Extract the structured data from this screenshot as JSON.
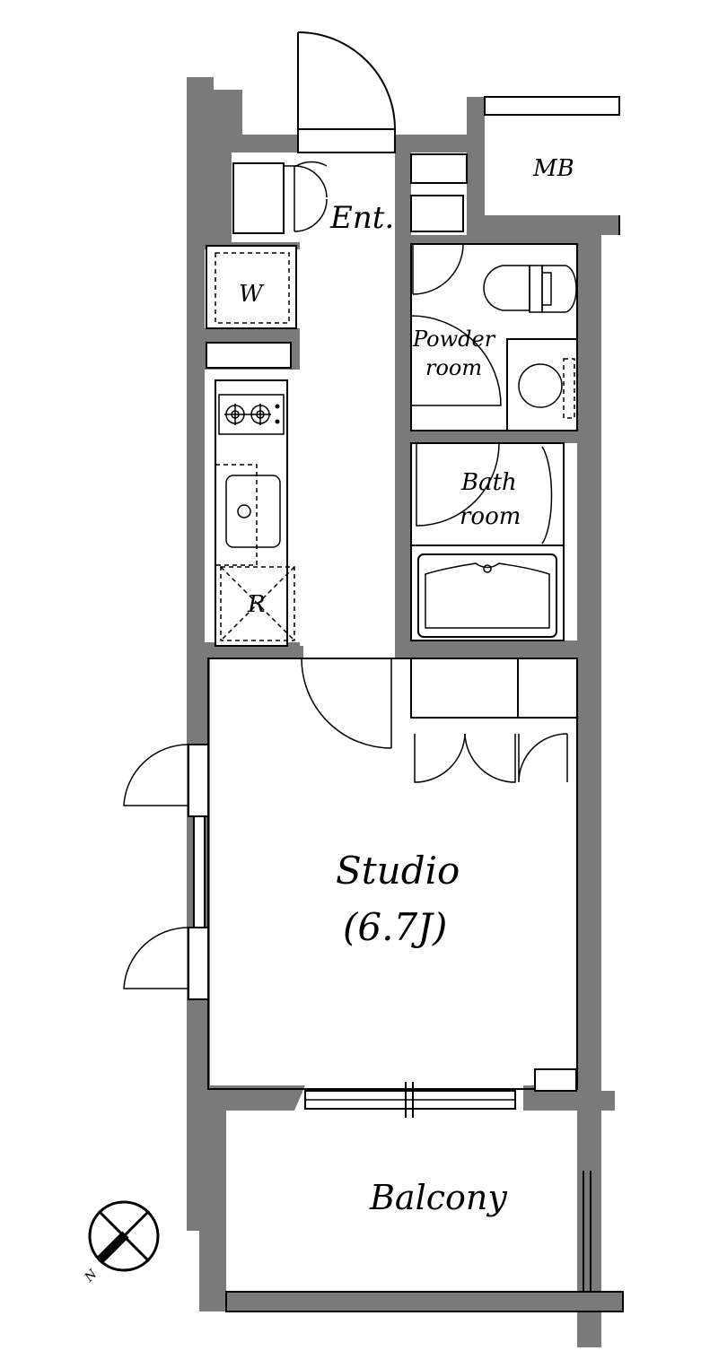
{
  "labels": {
    "mb": "MB",
    "entrance": "Ent.",
    "washer": "W",
    "powder_line1": "Powder",
    "powder_line2": "room",
    "bath_line1": "Bath",
    "bath_line2": "room",
    "refrigerator": "R",
    "studio": "Studio",
    "studio_size": "(6.7J)",
    "balcony": "Balcony",
    "north": "N"
  },
  "colors": {
    "wall": "#7a7a7a",
    "line": "#000000",
    "background": "#ffffff"
  },
  "icons": {
    "compass": "north-compass-icon"
  }
}
